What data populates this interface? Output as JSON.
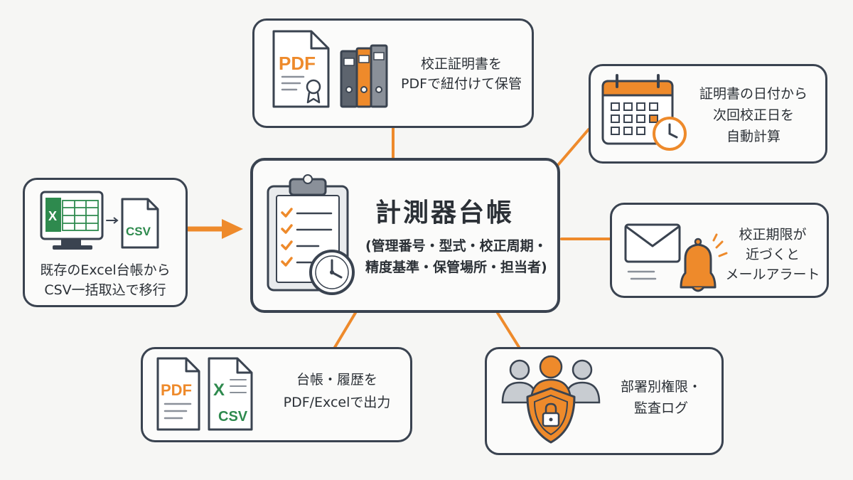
{
  "center": {
    "title": "計測器台帳",
    "subtitle_line1": "(管理番号・型式・校正周期・",
    "subtitle_line2": "精度基準・保管場所・担当者)"
  },
  "nodes": {
    "pdf_storage": {
      "line1": "校正証明書を",
      "line2": "PDFで紐付けて保管",
      "icon_label": "PDF"
    },
    "auto_calc": {
      "line1": "証明書の日付から",
      "line2": "次回校正日を",
      "line3": "自動計算"
    },
    "excel_import": {
      "line1": "既存のExcel台帳から",
      "line2": "CSV一括取込で移行",
      "icon_label_x": "X",
      "icon_label_csv": "CSV"
    },
    "mail_alert": {
      "line1": "校正期限が",
      "line2": "近づくと",
      "line3": "メールアラート"
    },
    "export": {
      "line1": "台帳・履歴を",
      "line2": "PDF/Excelで出力",
      "icon_label_pdf": "PDF",
      "icon_label_x": "X",
      "icon_label_csv": "CSV"
    },
    "permissions": {
      "line1": "部署別権限・",
      "line2": "監査ログ"
    }
  },
  "colors": {
    "accent": "#ee8a2b",
    "stroke": "#3a4350",
    "excel_green": "#2e8a4e",
    "background": "#f6f6f4"
  }
}
